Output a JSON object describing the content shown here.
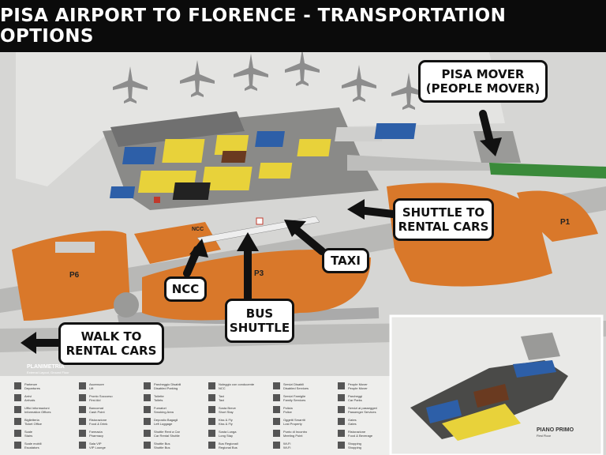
{
  "header": {
    "title": "PISA AIRPORT TO FLORENCE - TRANSPORTATION OPTIONS"
  },
  "callouts": {
    "pisa_mover": "PISA MOVER\n(PEOPLE MOVER)",
    "shuttle_rental": "SHUTTLE TO\nRENTAL CARS",
    "taxi": "TAXI",
    "ncc": "NCC",
    "bus_shuttle": "BUS\nSHUTTLE",
    "walk_rental": "WALK TO\nRENTAL CARS"
  },
  "map_labels": {
    "p1": "P1",
    "p3": "P3",
    "p6": "P6",
    "ncc_sign": "NCC",
    "planimetria": "PLANIMETRIA",
    "planimetria_sub": "External Layout, Ground Floor",
    "piano_primo": "PIANO PRIMO",
    "piano_primo_sub": "First Floor"
  },
  "legend": [
    {
      "label": "Partenze",
      "sub": "Departures"
    },
    {
      "label": "Arrivi",
      "sub": "Arrivals"
    },
    {
      "label": "Uffici informazioni",
      "sub": "Information Offices"
    },
    {
      "label": "Biglietteria",
      "sub": "Ticket Office"
    },
    {
      "label": "Scale",
      "sub": "Stairs"
    },
    {
      "label": "Scale mobili",
      "sub": "Escalators"
    },
    {
      "label": "Ascensore",
      "sub": "Lift"
    },
    {
      "label": "Pronto Soccorso",
      "sub": "First Aid"
    },
    {
      "label": "Bancomat",
      "sub": "Cash Point"
    },
    {
      "label": "Ristorazione",
      "sub": "Food & Drink"
    },
    {
      "label": "Farmacia",
      "sub": "Pharmacy"
    },
    {
      "label": "Sala VIP",
      "sub": "VIP Lounge"
    },
    {
      "label": "Parcheggio Disabili",
      "sub": "Disabled Parking"
    },
    {
      "label": "Toilette",
      "sub": "Toilets"
    },
    {
      "label": "Fumatori",
      "sub": "Smoking Area"
    },
    {
      "label": "Deposito Bagagli",
      "sub": "Left Luggage"
    },
    {
      "label": "Shuttle Rent a Car",
      "sub": "Car Rental Shuttle"
    },
    {
      "label": "Shuttle Bus",
      "sub": "Shuttle Bus"
    },
    {
      "label": "Noleggio con conducente",
      "sub": "NCC"
    },
    {
      "label": "Taxi",
      "sub": "Taxi"
    },
    {
      "label": "Sosta Breve",
      "sub": "Short Stay"
    },
    {
      "label": "Kiss & Fly",
      "sub": "Kiss & Fly"
    },
    {
      "label": "Sosta Lunga",
      "sub": "Long Stay"
    },
    {
      "label": "Bus Regionali",
      "sub": "Regional Bus"
    },
    {
      "label": "Servizi Disabili",
      "sub": "Disabled Services"
    },
    {
      "label": "Servizi Famiglie",
      "sub": "Family Services"
    },
    {
      "label": "Polizia",
      "sub": "Police"
    },
    {
      "label": "Oggetti Smarriti",
      "sub": "Lost Property"
    },
    {
      "label": "Punto di Incontro",
      "sub": "Meeting Point"
    },
    {
      "label": "Wi-Fi",
      "sub": "Wi-Fi"
    },
    {
      "label": "People Mover",
      "sub": "People Mover"
    },
    {
      "label": "Parcheggi",
      "sub": "Car Parks"
    },
    {
      "label": "Servizi ai passeggeri",
      "sub": "Passenger Services"
    },
    {
      "label": "Gates",
      "sub": "Gates"
    },
    {
      "label": "Ristorazione",
      "sub": "Food & Beverage"
    },
    {
      "label": "Shopping",
      "sub": "Shopping"
    }
  ],
  "colors": {
    "parking": "#d9782a",
    "people_mover": "#3a8a3a",
    "terminal_yellow": "#e8d23a",
    "terminal_blue": "#2d5fa8",
    "road": "#9a9a98",
    "ground": "#cfcfcd"
  }
}
